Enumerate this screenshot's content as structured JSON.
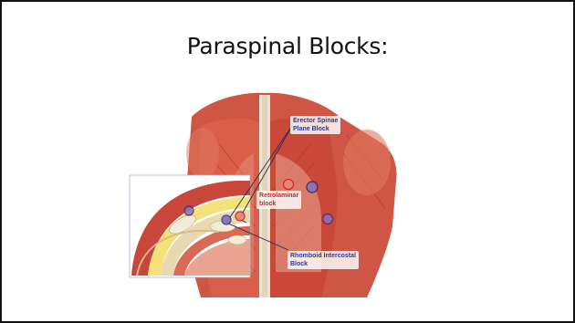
{
  "slide": {
    "title": "Paraspinal Blocks:"
  },
  "figure": {
    "labels": {
      "erector_spinae": "Erector Spinae\nPlane Block",
      "retrolaminar": "Retrolaminar\nblock",
      "rhomboid_intercostal": "Rhomboid Intercostal\nBlock"
    }
  },
  "colors": {
    "muscle": "#c9473a",
    "muscle_light": "#e58a74",
    "tendon": "#efe3d2",
    "fat": "#f3e27a",
    "bone": "#f2ecd9",
    "label_blue": "#2b3a8f",
    "label_red": "#d91c1c",
    "marker_purple": "#6a3f8f"
  }
}
